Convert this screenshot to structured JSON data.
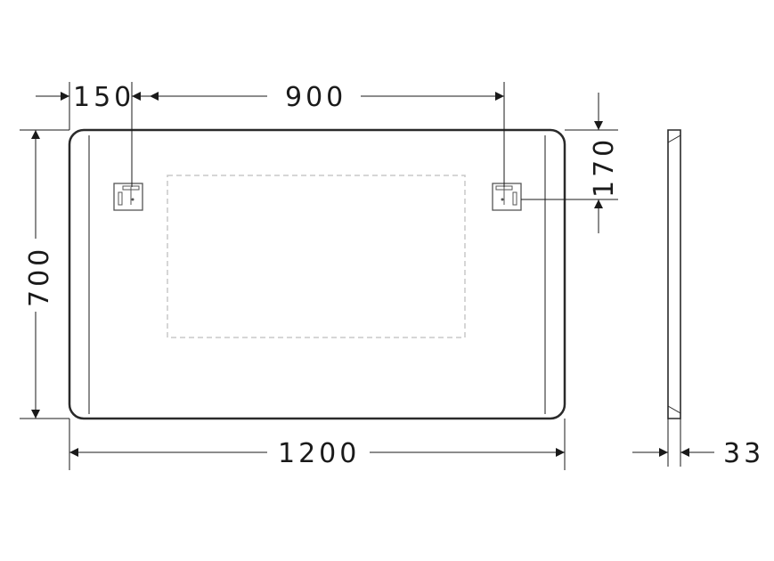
{
  "dimensions": {
    "top_left_offset": "150",
    "top_spacing": "900",
    "right_offset": "170",
    "left_height": "700",
    "bottom_width": "1200",
    "side_depth": "33"
  },
  "colors": {
    "line": "#1a1a1a",
    "frame": "#2a2a2a",
    "dashed": "#c8c8c8",
    "background": "#ffffff"
  }
}
